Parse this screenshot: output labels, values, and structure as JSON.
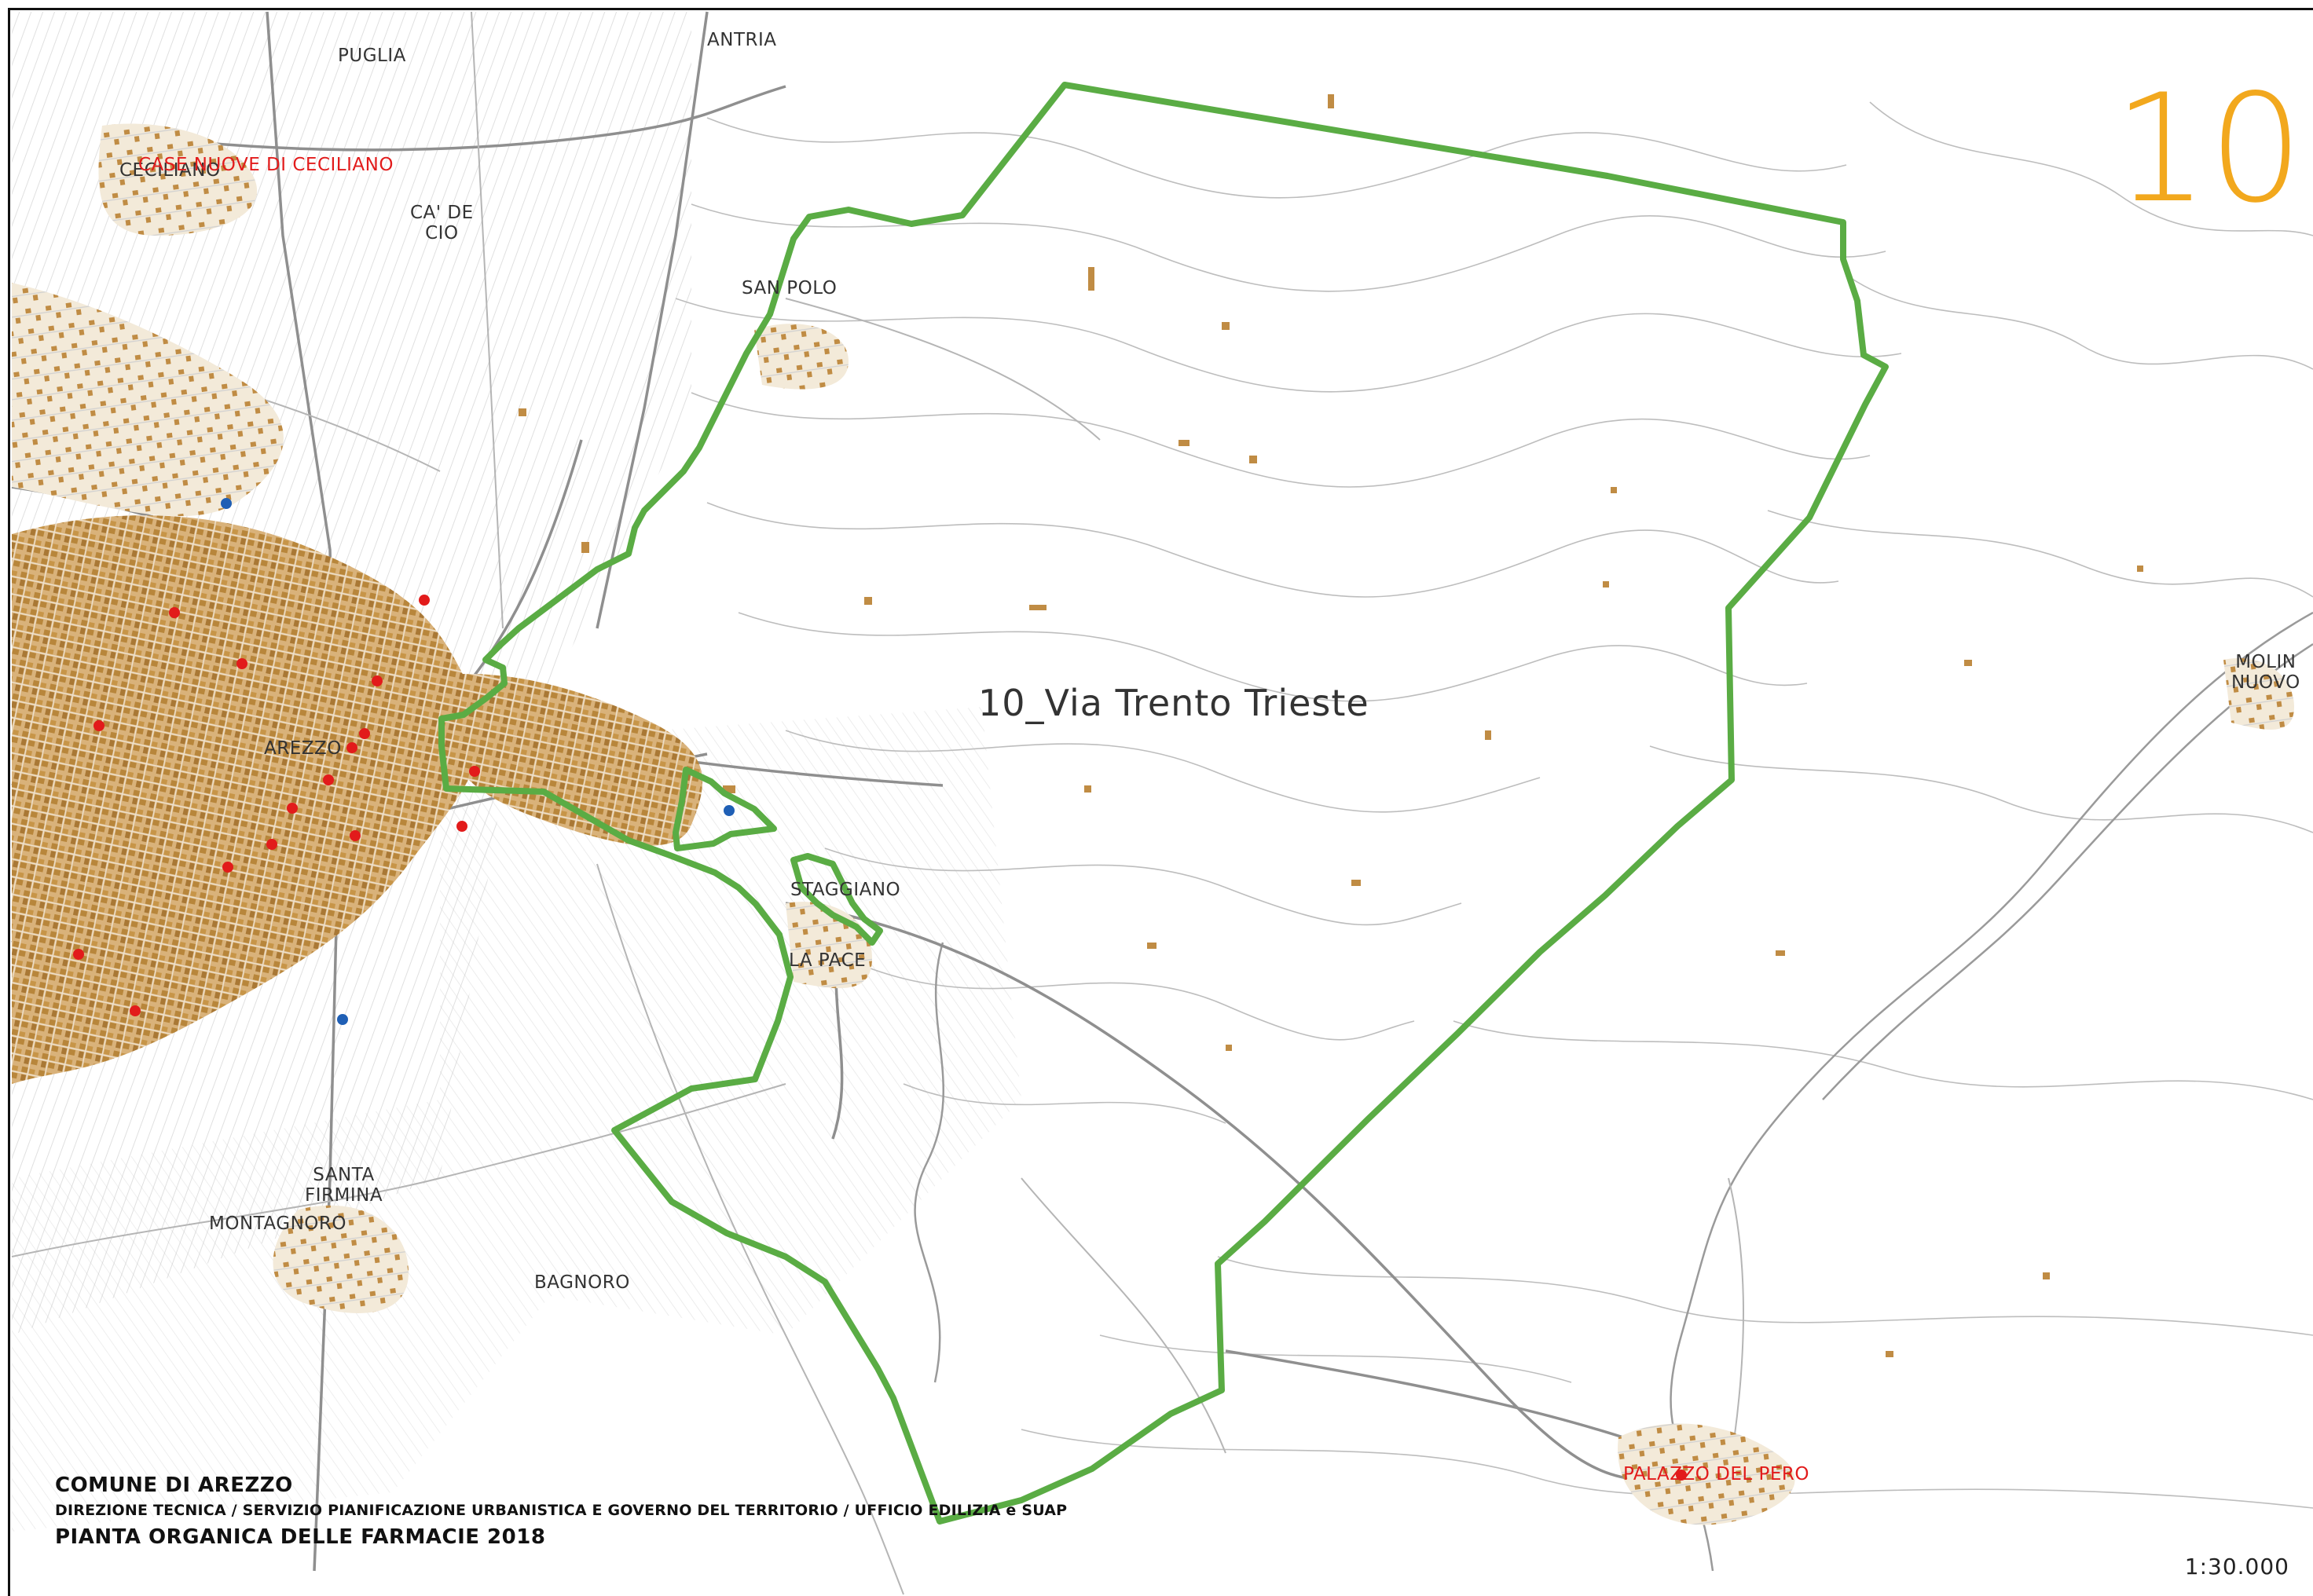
{
  "map": {
    "zone_number": "10",
    "zone_label": "10_Via Trento Trieste",
    "scale": "1:30.000",
    "boundary_color": "#5aac44",
    "urban_color": "#b8863b",
    "zone_number_color": "#f2a81d",
    "pharmacy_marker_colors": [
      "#e21b1b",
      "#1f5fb5"
    ]
  },
  "places": {
    "puglia": "PUGLIA",
    "antria": "ANTRIA",
    "ceciliano": "CECILIANO",
    "case_nuove": "CASE NUOVE DI CECILIANO",
    "ca_de_cio": "CA' DE\nCIO",
    "san_polo": "SAN POLO",
    "arezzo": "AREZZO",
    "staggiano": "STAGGIANO",
    "la_pace": "LA PACE",
    "santa_firmina": "SANTA\nFIRMINA",
    "montagnoro": "MONTAGNORO",
    "bagnoro": "BAGNORO",
    "molin_nuovo": "MOLIN\nNUOVO",
    "palazzo_del_pero": "PALAZZO DEL PERO"
  },
  "title_block": {
    "line1": "COMUNE DI AREZZO",
    "line2": "DIREZIONE TECNICA / SERVIZIO PIANIFICAZIONE URBANISTICA E GOVERNO DEL TERRITORIO / UFFICIO EDILIZIA e SUAP",
    "line3": "PIANTA ORGANICA DELLE FARMACIE 2018"
  }
}
